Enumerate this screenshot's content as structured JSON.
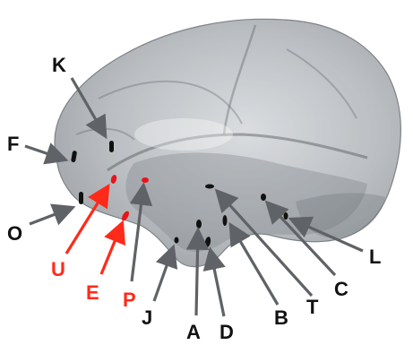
{
  "figure": {
    "colors": {
      "brain_fill": "#8f959c",
      "brain_shadow": "#4f555b",
      "electrode_black": "#111111",
      "electrode_red": "#e8141a",
      "arrow_gray": "#5f6266",
      "arrow_red": "#ff2a1a",
      "label_black": "#111111",
      "label_red": "#ff2a1a"
    },
    "labels": [
      {
        "id": "K",
        "text": "K",
        "color": "black"
      },
      {
        "id": "F",
        "text": "F",
        "color": "black"
      },
      {
        "id": "O",
        "text": "O",
        "color": "black"
      },
      {
        "id": "U",
        "text": "U",
        "color": "red"
      },
      {
        "id": "E",
        "text": "E",
        "color": "red"
      },
      {
        "id": "P",
        "text": "P",
        "color": "red"
      },
      {
        "id": "J",
        "text": "J",
        "color": "black"
      },
      {
        "id": "A",
        "text": "A",
        "color": "black"
      },
      {
        "id": "D",
        "text": "D",
        "color": "black"
      },
      {
        "id": "B",
        "text": "B",
        "color": "black"
      },
      {
        "id": "T",
        "text": "T",
        "color": "black"
      },
      {
        "id": "C",
        "text": "C",
        "color": "black"
      },
      {
        "id": "L",
        "text": "L",
        "color": "black"
      }
    ]
  }
}
